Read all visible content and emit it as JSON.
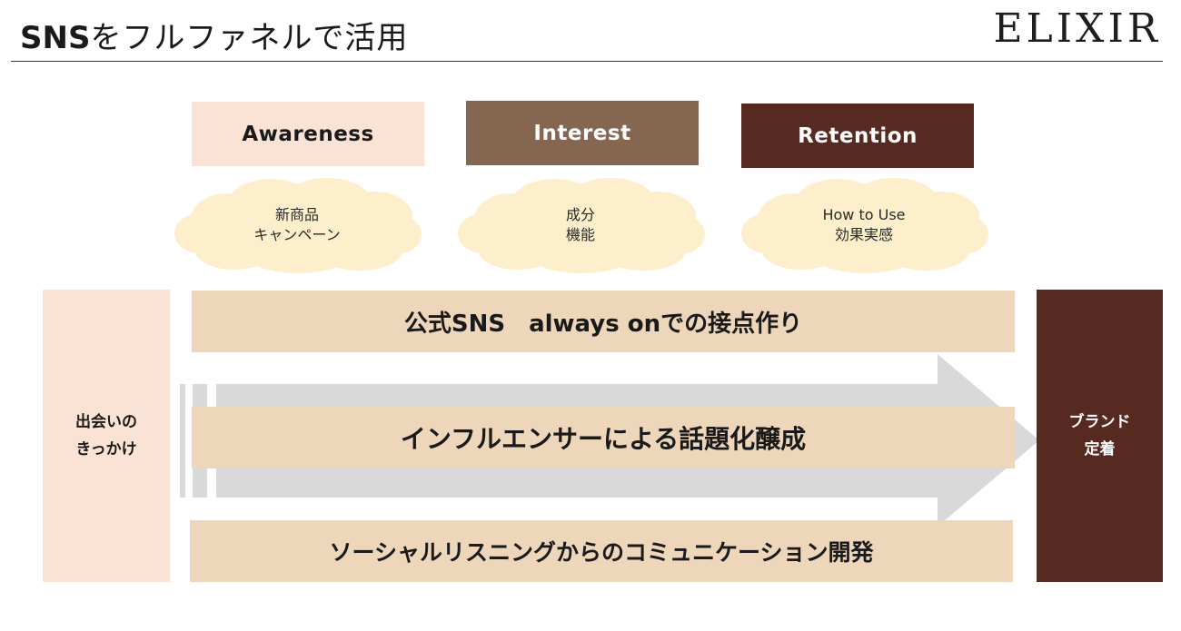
{
  "slide": {
    "title_bold": "SNS",
    "title_rest": "をフルファネルで活用",
    "logo_text": "ELIXIR"
  },
  "stages": [
    {
      "label": "Awareness",
      "bg": "#fae3d5",
      "fg": "#1a1a1a",
      "cloud_lines": [
        "新商品",
        "キャンペーン"
      ]
    },
    {
      "label": "Interest",
      "bg": "#856651",
      "fg": "#ffffff",
      "cloud_lines": [
        "成分",
        "機能"
      ]
    },
    {
      "label": "Retention",
      "bg": "#562a20",
      "fg": "#ffffff",
      "cloud_lines": [
        "How to Use",
        "効果実感"
      ]
    }
  ],
  "side_left": {
    "lines": [
      "出会いの",
      "きっかけ"
    ]
  },
  "side_right": {
    "lines": [
      "ブランド",
      "定着"
    ]
  },
  "bands": [
    "公式SNS　always onでの接点作り",
    "インフルエンサーによる話題化醸成",
    "ソーシャルリスニングからのコミュニケーション開発"
  ],
  "colors": {
    "cloud_fill": "#fdefcb",
    "band_fill": "#eed6bb",
    "arrow_fill": "#d9d9d9",
    "rule": "#3a3a3a"
  }
}
